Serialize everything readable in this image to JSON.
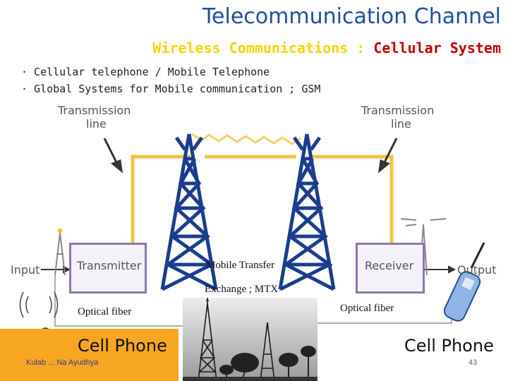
{
  "header": {
    "title": "Telecommunication Channel",
    "subtitle_part1": "Wireless Communications : ",
    "subtitle_part2": "Cellular System"
  },
  "bullets": [
    "· Cellular telephone / Mobile Telephone",
    "· Global Systems for Mobile communication ; GSM"
  ],
  "diagram": {
    "transmission_line_left": [
      "Transmission",
      "line"
    ],
    "transmission_line_right": [
      "Transmission",
      "line"
    ],
    "input_label": "Input",
    "transmitter_label": "Transmitter",
    "receiver_label": "Receiver",
    "output_label": "Output",
    "mtx_line1": "Mobile Transfer",
    "mtx_line2": "Exchange ; MTX",
    "optical_fiber_left": "Optical fiber",
    "optical_fiber_right": "Optical fiber",
    "cell_phone_left": "Cell Phone",
    "cell_phone_right": "Cell Phone"
  },
  "footer": {
    "author": "Kulab ... Na Ayudhya",
    "page_number": "43"
  },
  "colors": {
    "title": "#1f4e9c",
    "subtitle_yellow": "#f7d400",
    "subtitle_red": "#c00000",
    "line_yellow": "#f5c242",
    "tower_blue": "#1a3d8f",
    "box_border": "#8c78b0",
    "footer_orange": "#f7a622"
  }
}
